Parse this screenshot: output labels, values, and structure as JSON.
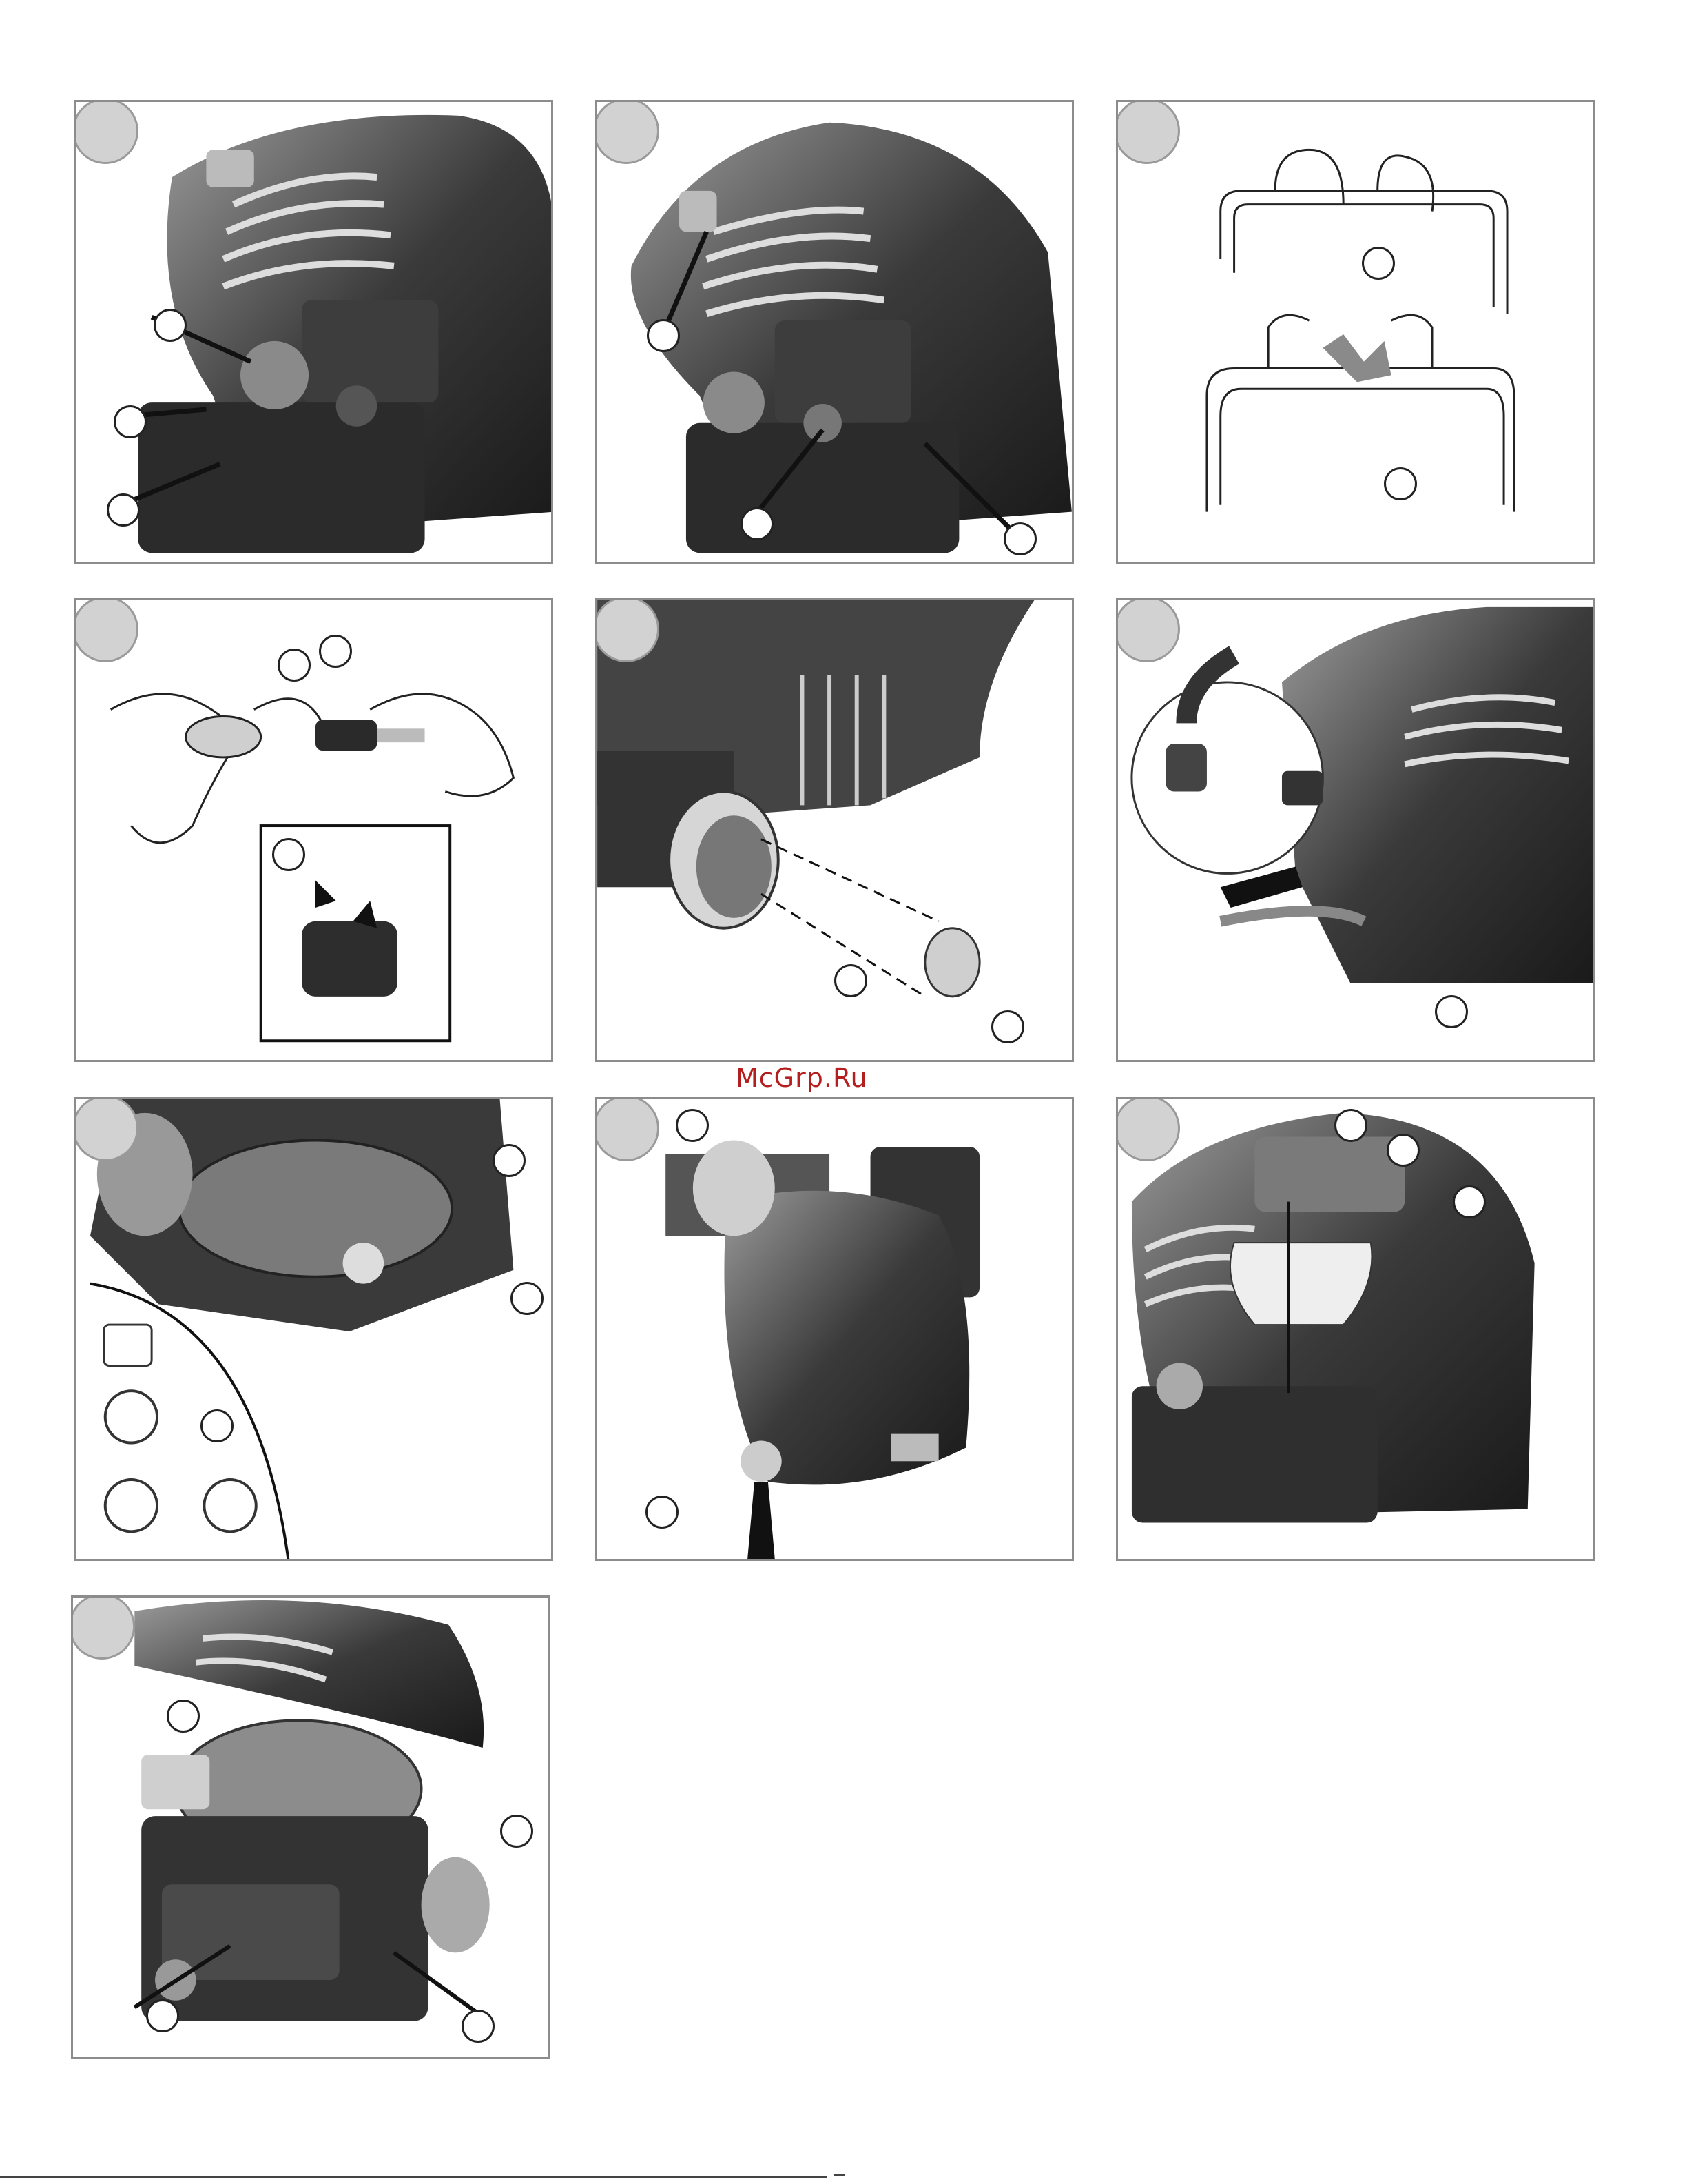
{
  "watermark": "McGrp.Ru",
  "panels": [
    {
      "id": "p1",
      "callouts": 3
    },
    {
      "id": "p2",
      "callouts": 3
    },
    {
      "id": "p3",
      "callouts": 2
    },
    {
      "id": "p4",
      "callouts": 3
    },
    {
      "id": "p5",
      "callouts": 2
    },
    {
      "id": "p6",
      "callouts": 1
    },
    {
      "id": "p7",
      "callouts": 3
    },
    {
      "id": "p8",
      "callouts": 2
    },
    {
      "id": "p9",
      "callouts": 3
    },
    {
      "id": "p10",
      "callouts": 4
    }
  ]
}
